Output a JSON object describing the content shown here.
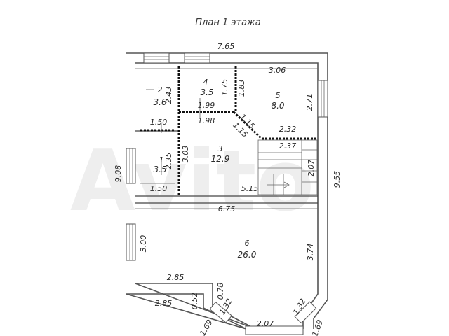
{
  "title": "План 1 этажа",
  "watermark": "Avito",
  "rooms": [
    {
      "id": "1",
      "number": "1",
      "area": "3.5"
    },
    {
      "id": "2",
      "number": "2",
      "area": "3.6"
    },
    {
      "id": "3",
      "number": "3",
      "area": "12.9"
    },
    {
      "id": "4",
      "number": "4",
      "area": "3.5"
    },
    {
      "id": "5",
      "number": "5",
      "area": "8.0"
    },
    {
      "id": "6",
      "number": "6",
      "area": "26.0"
    }
  ],
  "dimensions": {
    "top_width": "7.65",
    "left_height": "9.08",
    "right_height": "9.55",
    "room2_height": "2.43",
    "room2_width": "1.50",
    "room4_height": "1.75",
    "room4_width_top": "1.99",
    "room4_width_bottom": "1.98",
    "room5_width": "3.06",
    "room5_height_left": "1.83",
    "room5_height_right": "2.71",
    "diag_1": "1.15",
    "diag_2": "1.15",
    "room5_bottom": "2.32",
    "stair_width": "2.37",
    "stair_height": "2.07",
    "room1_height": "2.35",
    "room1_width": "1.50",
    "room3_height": "3.03",
    "room3_width": "5.15",
    "hall_width": "6.75",
    "room6_height_left": "3.00",
    "room6_height_right": "3.74",
    "room6_bottom_left": "2.85",
    "outer_bottom_left": "2.85",
    "small_offset": "0.52",
    "step_depth": "0.78",
    "bay_left": "1.32",
    "bay_right": "1.32",
    "bay_center": "2.07",
    "bay_side_left": "1.69",
    "bay_side_right": "1.69"
  }
}
